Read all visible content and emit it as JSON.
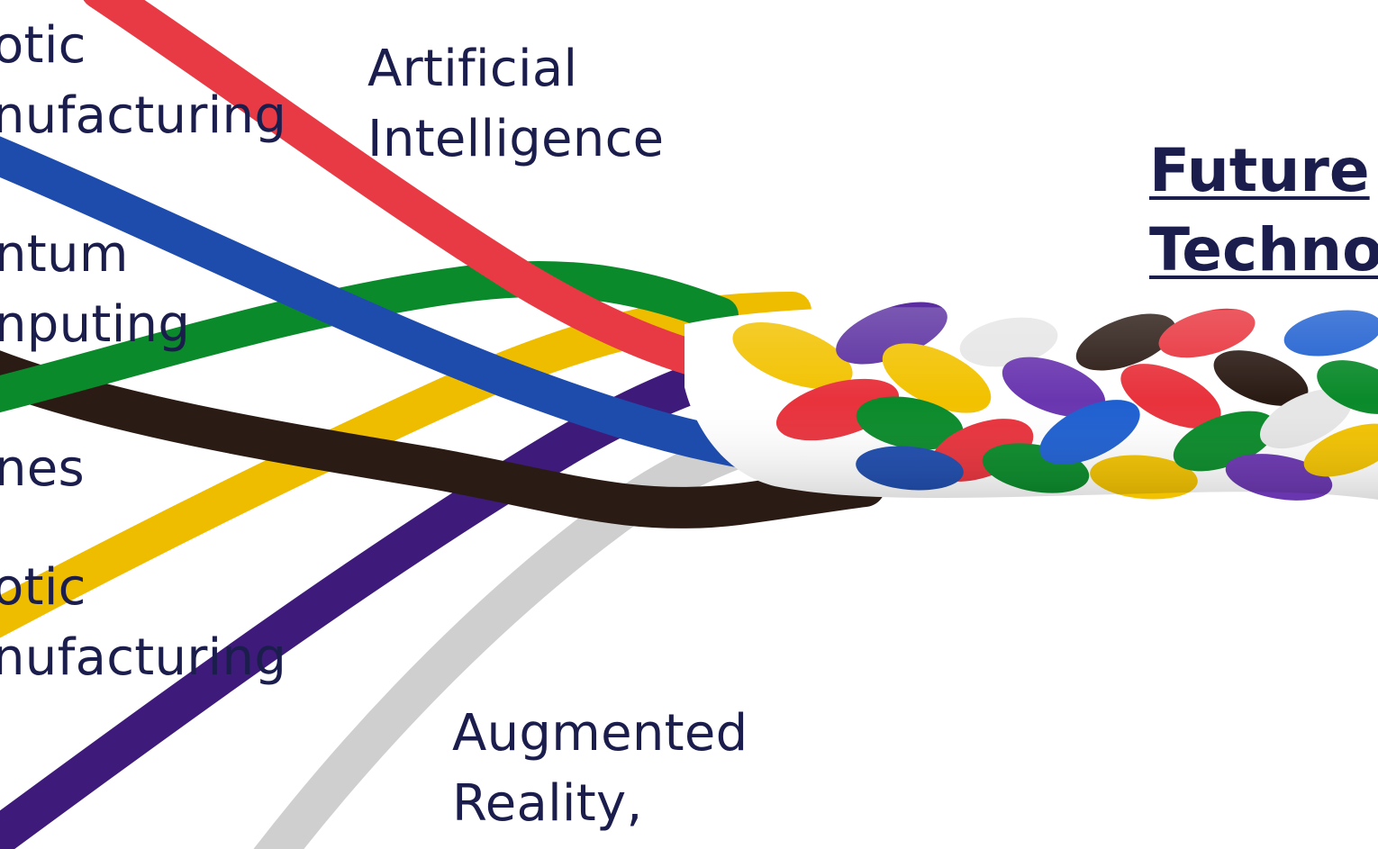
{
  "labels": {
    "robotic_top": [
      "otic",
      "nufacturing"
    ],
    "ai": [
      "Artificial",
      "Intelligence"
    ],
    "quantum": [
      "ntum",
      "nputing"
    ],
    "drones": [
      "nes"
    ],
    "robotic_bottom": [
      "otic",
      "nufacturing"
    ],
    "ar": [
      "Augmented",
      "Reality,"
    ]
  },
  "title": [
    "Future",
    "Technol"
  ],
  "colors": {
    "text": "#1b1d4d",
    "strand_red": "#e8323c",
    "strand_blue": "#1f4fb0",
    "strand_green": "#0a8a2a",
    "strand_black": "#2a1a14",
    "strand_yellow": "#f2c200",
    "strand_purple": "#4a1e8a",
    "strand_white": "#d6d6d6"
  },
  "image": {
    "subject": "braided-colored-cords",
    "strands": [
      "red",
      "blue",
      "green",
      "black",
      "yellow",
      "purple",
      "white"
    ]
  }
}
